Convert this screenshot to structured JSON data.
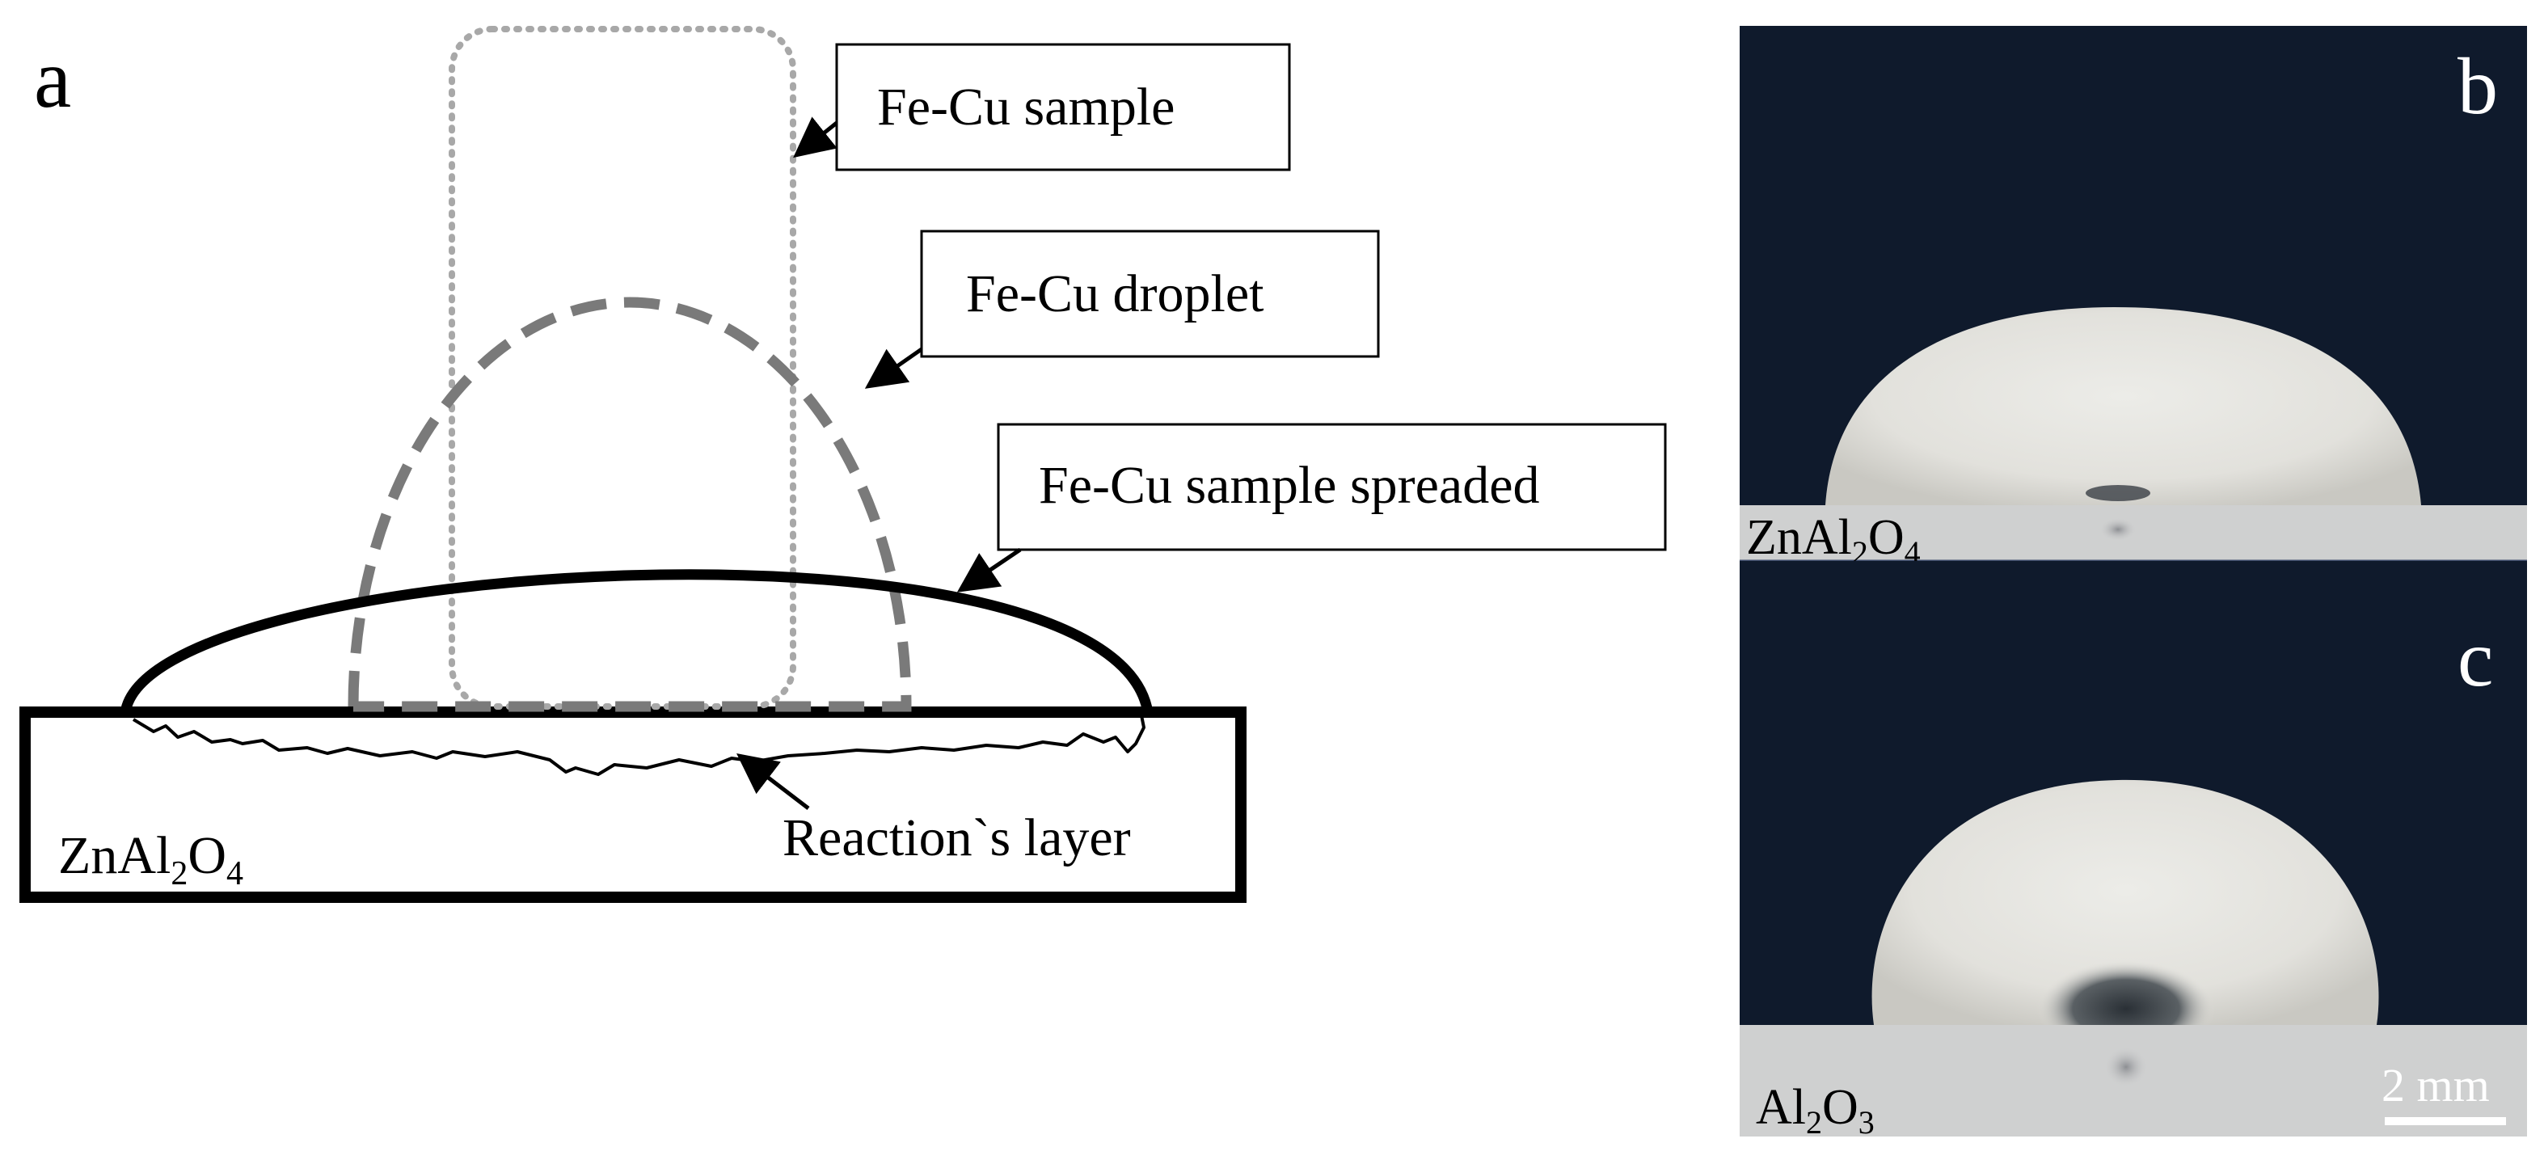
{
  "panel_a": {
    "label": "a",
    "callouts": {
      "sample": "Fe-Cu sample",
      "droplet": "Fe-Cu droplet",
      "spreaded": "Fe-Cu sample spreaded"
    },
    "reaction_layer": "Reaction`s layer",
    "substrate": {
      "base": "ZnAl",
      "sub1": "2",
      "mid": "O",
      "sub2": "4"
    }
  },
  "panel_b": {
    "label": "b",
    "substrate": {
      "base": "ZnAl",
      "sub1": "2",
      "mid": "O",
      "sub2": "4"
    }
  },
  "panel_c": {
    "label": "c",
    "substrate": {
      "base": "Al",
      "sub1": "2",
      "mid": "O",
      "sub2": "3"
    }
  },
  "scale_bar": {
    "label": "2 mm"
  },
  "colors": {
    "photo_background": "#0f1a2c",
    "droplet": "#e6e5e0",
    "substrate_photo": "#cfd0d0",
    "dotted_outline": "#a8a8a8",
    "dashed_outline": "#7a7a7a"
  }
}
